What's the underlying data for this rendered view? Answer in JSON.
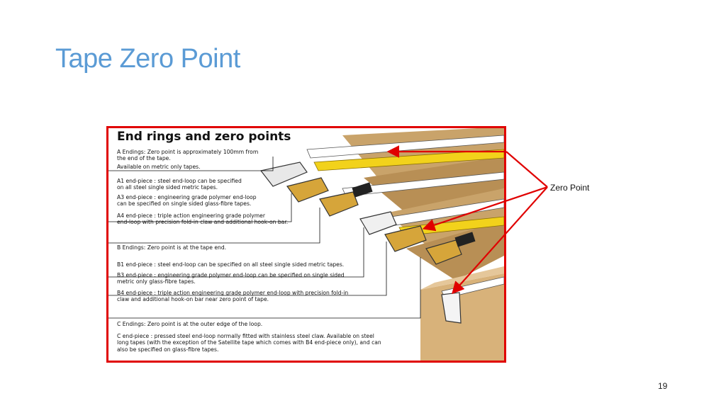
{
  "slide": {
    "title": "Tape Zero Point",
    "page_number": "19"
  },
  "figure": {
    "title": "End rings and zero points",
    "paragraphs": [
      "A Endings: Zero point is approximately 100mm from\nthe end of the tape.",
      "Available on metric only tapes.",
      "A1 end-piece : steel end-loop can be specified\non all steel single sided metric tapes.",
      "A3 end-piece : engineering grade polymer end-loop\ncan be specified on single sided glass-fibre tapes.",
      "A4 end-piece : triple action engineering grade polymer\nend-loop with precision fold-in claw and additional hook-on bar.",
      "B Endings: Zero point is at the tape end.",
      "B1 end-piece : steel end-loop can be specified on all steel single sided metric tapes.",
      "B3 end-piece : engineering grade polymer end-loop can be specified on single sided\nmetric only glass-fibre tapes.",
      "B4 end-piece : triple action engineering grade polymer end-loop with precision fold-in\nclaw and additional hook-on bar near zero point of tape.",
      "C Endings: Zero point is at the outer edge of the loop.",
      "C end-piece : pressed steel end-loop normally fitted with stainless steel claw. Available on steel\nlong tapes (with the exception of the Satellite tape which comes with B4 end-piece only), and can\nalso be specified on glass-fibre tapes."
    ]
  },
  "callout": {
    "label": "Zero Point"
  },
  "colors": {
    "title": "#5b9bd5",
    "arrow": "#e00000",
    "tape_yellow": "#f2d21b",
    "wood": "#c9a36a",
    "loop_gold": "#d6a53a"
  }
}
